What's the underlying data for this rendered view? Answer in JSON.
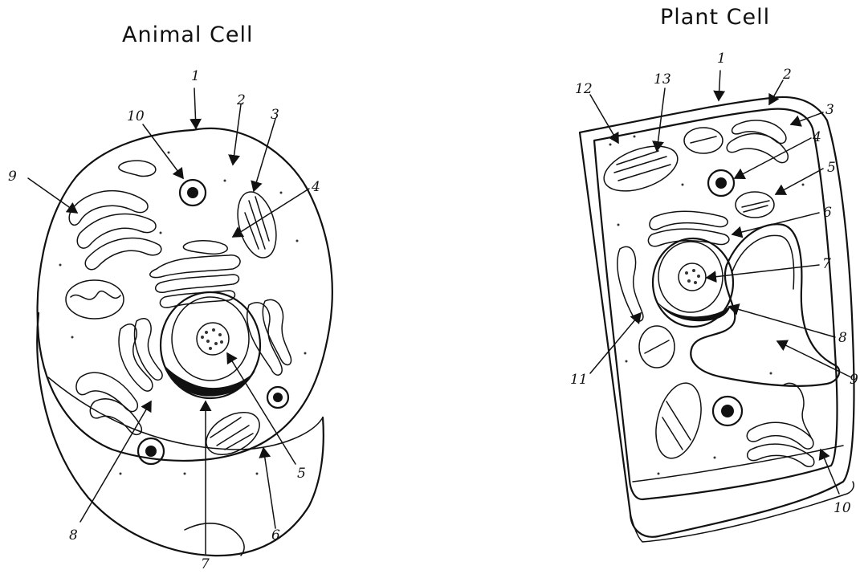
{
  "animal_cell": {
    "title": "Animal Cell",
    "labels": [
      "1",
      "10",
      "2",
      "3",
      "4",
      "9",
      "5",
      "6",
      "7",
      "8"
    ]
  },
  "plant_cell": {
    "title": "Plant Cell",
    "labels": [
      "1",
      "2",
      "3",
      "4",
      "5",
      "6",
      "7",
      "8",
      "9",
      "10",
      "11",
      "12",
      "13"
    ]
  }
}
